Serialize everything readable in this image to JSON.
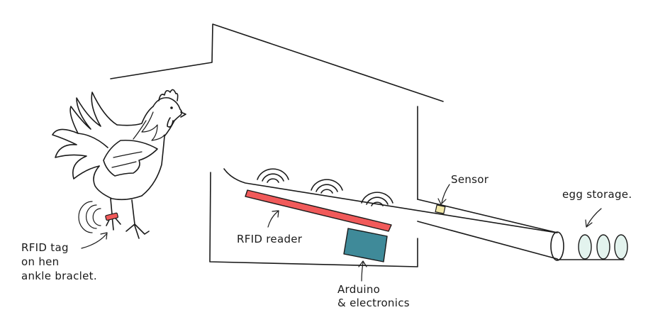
{
  "labels": {
    "rfid_tag_line1": "RFID tag",
    "rfid_tag_line2": "on hen",
    "rfid_tag_line3": "ankle braclet.",
    "rfid_reader": "RFID reader",
    "arduino_line1": "Arduino",
    "arduino_line2": "& electronics",
    "sensor": "Sensor",
    "egg_storage": "egg storage."
  },
  "colors": {
    "ink": "#1a1a1a",
    "rfid_reader": "#f15a5a",
    "ankle_tag": "#f15a5a",
    "arduino_box": "#3f8a99",
    "sensor": "#f3e9a8",
    "egg_fill": "#e3f3ee"
  },
  "icons": {
    "hen": "hen-icon",
    "signal": "signal-waves-icon",
    "arrow": "arrow-icon",
    "egg": "egg-icon"
  }
}
